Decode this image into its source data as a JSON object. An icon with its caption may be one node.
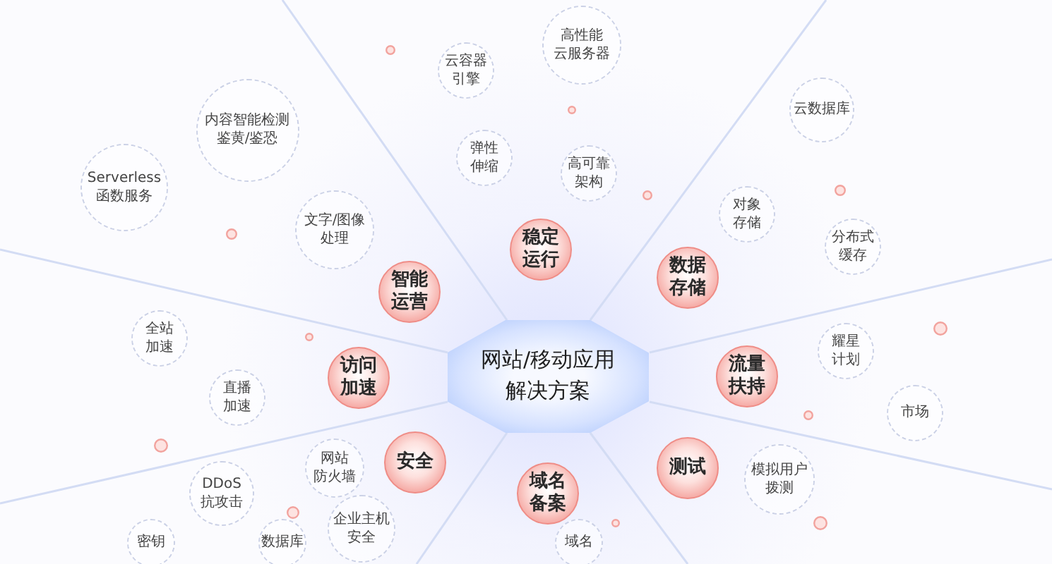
{
  "diagram": {
    "nodes": [
      {
        "text": [
          "网站/移动应用解决方案"
        ]
      },
      {
        "text": [
          "稳定运行"
        ]
      },
      {
        "text": [
          "云容器引擎"
        ]
      },
      {
        "text": [
          "高性能云服务器"
        ]
      },
      {
        "text": [
          "弹性伸缩"
        ]
      },
      {
        "text": [
          "高可靠架构"
        ]
      },
      {
        "text": [
          "数据存储"
        ]
      },
      {
        "text": [
          "云数据库"
        ]
      },
      {
        "text": [
          "对象存储"
        ]
      },
      {
        "text": [
          "分布式缓存"
        ]
      },
      {
        "text": [
          "流量扶持"
        ]
      },
      {
        "text": [
          "耀星计划"
        ]
      },
      {
        "text": [
          "市场"
        ]
      },
      {
        "text": [
          "测试"
        ]
      },
      {
        "text": [
          "模拟用户拨测"
        ]
      },
      {
        "text": [
          "域名备案"
        ]
      },
      {
        "text": [
          "域名"
        ]
      },
      {
        "text": [
          "安全"
        ]
      },
      {
        "text": [
          "网站防火墙"
        ]
      },
      {
        "text": [
          "DDoS抗攻击"
        ]
      },
      {
        "text": [
          "企业主机安全"
        ]
      },
      {
        "text": [
          "数据库"
        ]
      },
      {
        "text": [
          "密钥"
        ]
      },
      {
        "text": [
          "访问加速"
        ]
      },
      {
        "text": [
          "全站加速"
        ]
      },
      {
        "text": [
          "直播加速"
        ]
      },
      {
        "text": [
          "智能运营"
        ]
      },
      {
        "text": [
          "内容智能检测鉴黄/鉴恐"
        ]
      },
      {
        "text": [
          "Serverless函数服务"
        ]
      },
      {
        "text": [
          "文字/图像处理"
        ]
      }
    ]
  }
}
